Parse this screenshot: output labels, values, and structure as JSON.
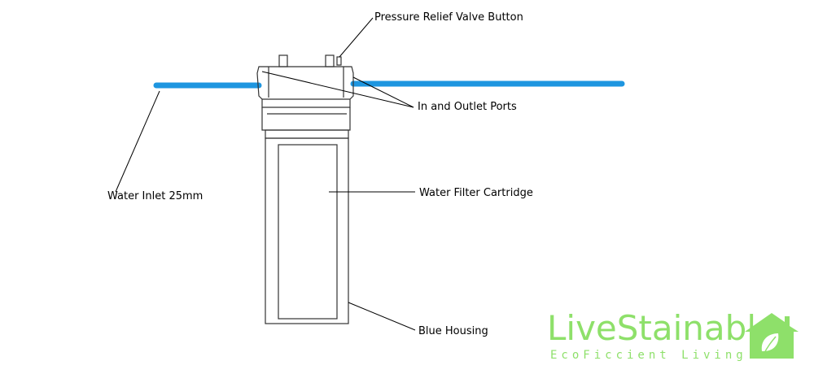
{
  "labels": {
    "pressure_relief": "Pressure Relief Valve Button",
    "ports": "In and Outlet Ports",
    "inlet": "Water Inlet 25mm",
    "cartridge": "Water Filter Cartridge",
    "housing": "Blue Housing"
  },
  "logo": {
    "title": "LiveStainable",
    "tagline": "EcoFiccient Living",
    "icon": "house-leaf-icon",
    "color": "#8ee06a"
  },
  "colors": {
    "pipe": "#1e96e0"
  }
}
